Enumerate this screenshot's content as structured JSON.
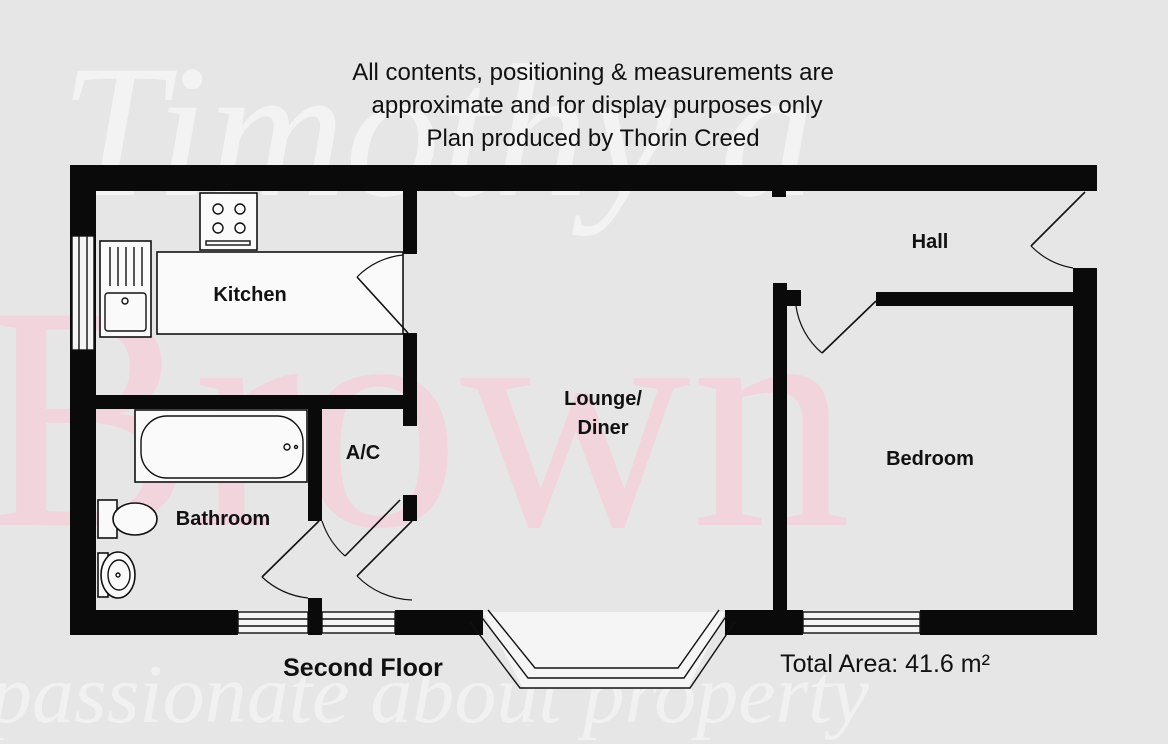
{
  "disclaimer": {
    "line1": "All contents, positioning & measurements are",
    "line2": "approximate and for display purposes only",
    "line3": "Plan produced by Thorin Creed"
  },
  "watermark": {
    "agent_name": "Timothy a",
    "brand": "Brown",
    "tagline": "passionate about property"
  },
  "rooms": {
    "kitchen": "Kitchen",
    "lounge_line1": "Lounge/",
    "lounge_line2": "Diner",
    "hall": "Hall",
    "bedroom": "Bedroom",
    "bathroom": "Bathroom",
    "airing_cupboard": "A/C"
  },
  "footer": {
    "floor": "Second Floor",
    "total_area": "Total Area: 41.6 m²"
  },
  "colors": {
    "background": "#e6e6e6",
    "walls": "#0a0a0a",
    "watermark_red": "#f2d5dc"
  },
  "icons": [
    "hob-icon",
    "sink-icon",
    "bathtub-icon",
    "toilet-icon",
    "basin-icon",
    "door-swing-icon",
    "bay-window-icon"
  ]
}
